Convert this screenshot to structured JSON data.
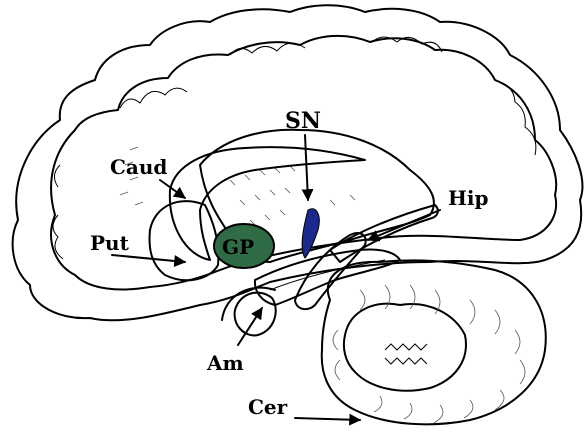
{
  "diagram": {
    "labels": {
      "sn": "SN",
      "caud": "Caud",
      "hip": "Hip",
      "put": "Put",
      "gp": "GP",
      "am": "Am",
      "cer": "Cer"
    },
    "colors": {
      "cortex": "#c8efd2",
      "structure": "#6fbf93",
      "gp": "#2f6b44",
      "sn": "#1a2a8c",
      "outline": "#000000",
      "background": "#ffffff"
    }
  }
}
